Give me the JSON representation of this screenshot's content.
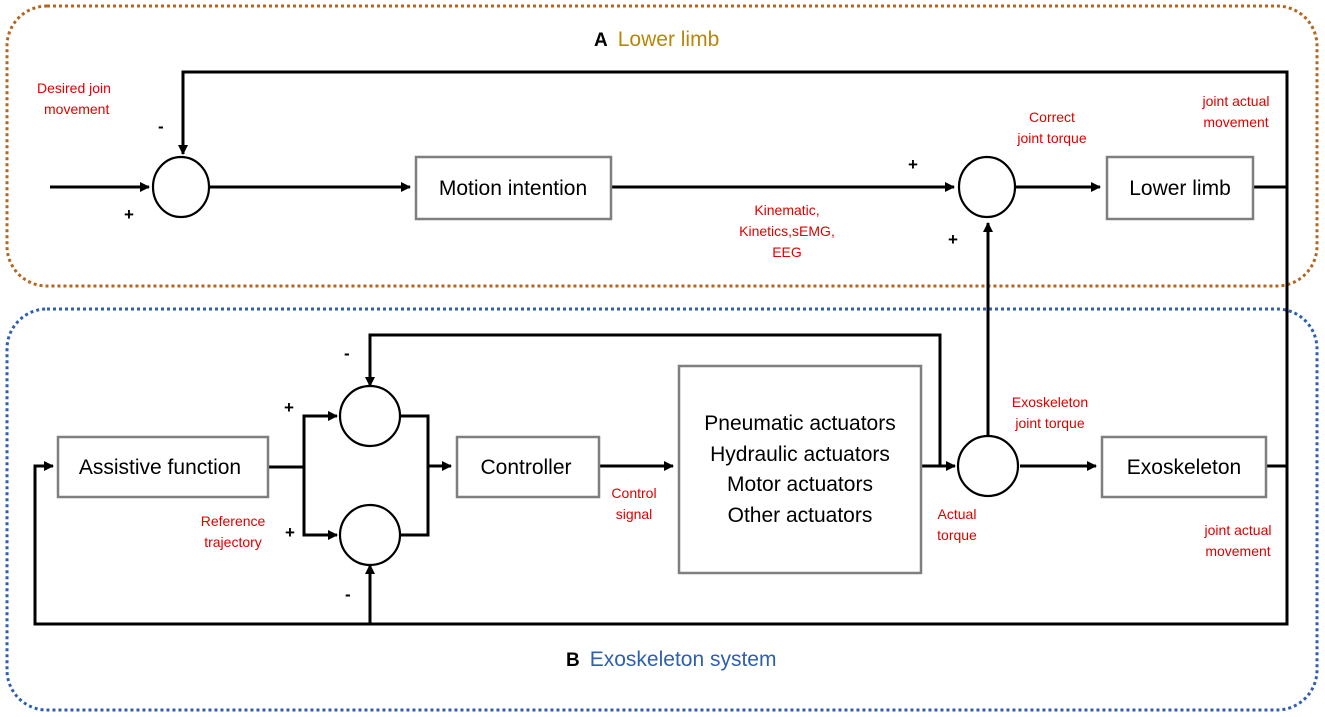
{
  "panel_a": {
    "letter": "A",
    "title": "Lower limb",
    "border_color": "#b5651d",
    "title_color": "#b8860b"
  },
  "panel_b": {
    "letter": "B",
    "title": "Exoskeleton system",
    "border_color": "#2f5faf",
    "title_color": "#2f5faf"
  },
  "blocks": {
    "motion_intention": "Motion intention",
    "lower_limb": "Lower limb",
    "assistive_function": "Assistive function",
    "controller": "Controller",
    "actuators": [
      "Pneumatic actuators",
      "Hydraulic actuators",
      "Motor actuators",
      "Other actuators"
    ],
    "exoskeleton": "Exoskeleton"
  },
  "labels": {
    "desired_join_movement": [
      "Desired join",
      "movement"
    ],
    "correct_joint_torque": [
      "Correct",
      "joint  torque"
    ],
    "joint_actual_movement_top": [
      "joint actual",
      "movement"
    ],
    "kinematic": [
      "Kinematic,",
      "Kinetics,sEMG,",
      "EEG"
    ],
    "exoskeleton_joint_torque": [
      "Exoskeleton",
      "joint  torque"
    ],
    "reference_trajectory": [
      "Reference",
      "trajectory"
    ],
    "control_signal": [
      "Control",
      "signal"
    ],
    "actual_torque": [
      "Actual",
      "torque"
    ],
    "joint_actual_movement_bottom": [
      "joint actual",
      "movement"
    ]
  },
  "signs": {
    "top_sum_minus": "-",
    "top_sum_plus": "+",
    "torque_sum_plus_left": "+",
    "torque_sum_plus_bottom": "+",
    "upper_sum_minus": "-",
    "upper_sum_plus": "+",
    "lower_sum_plus": "+",
    "lower_sum_minus": "-"
  },
  "colors": {
    "label_red": "#e00000",
    "box_border": "#7f7f7f",
    "wire": "#000000"
  }
}
